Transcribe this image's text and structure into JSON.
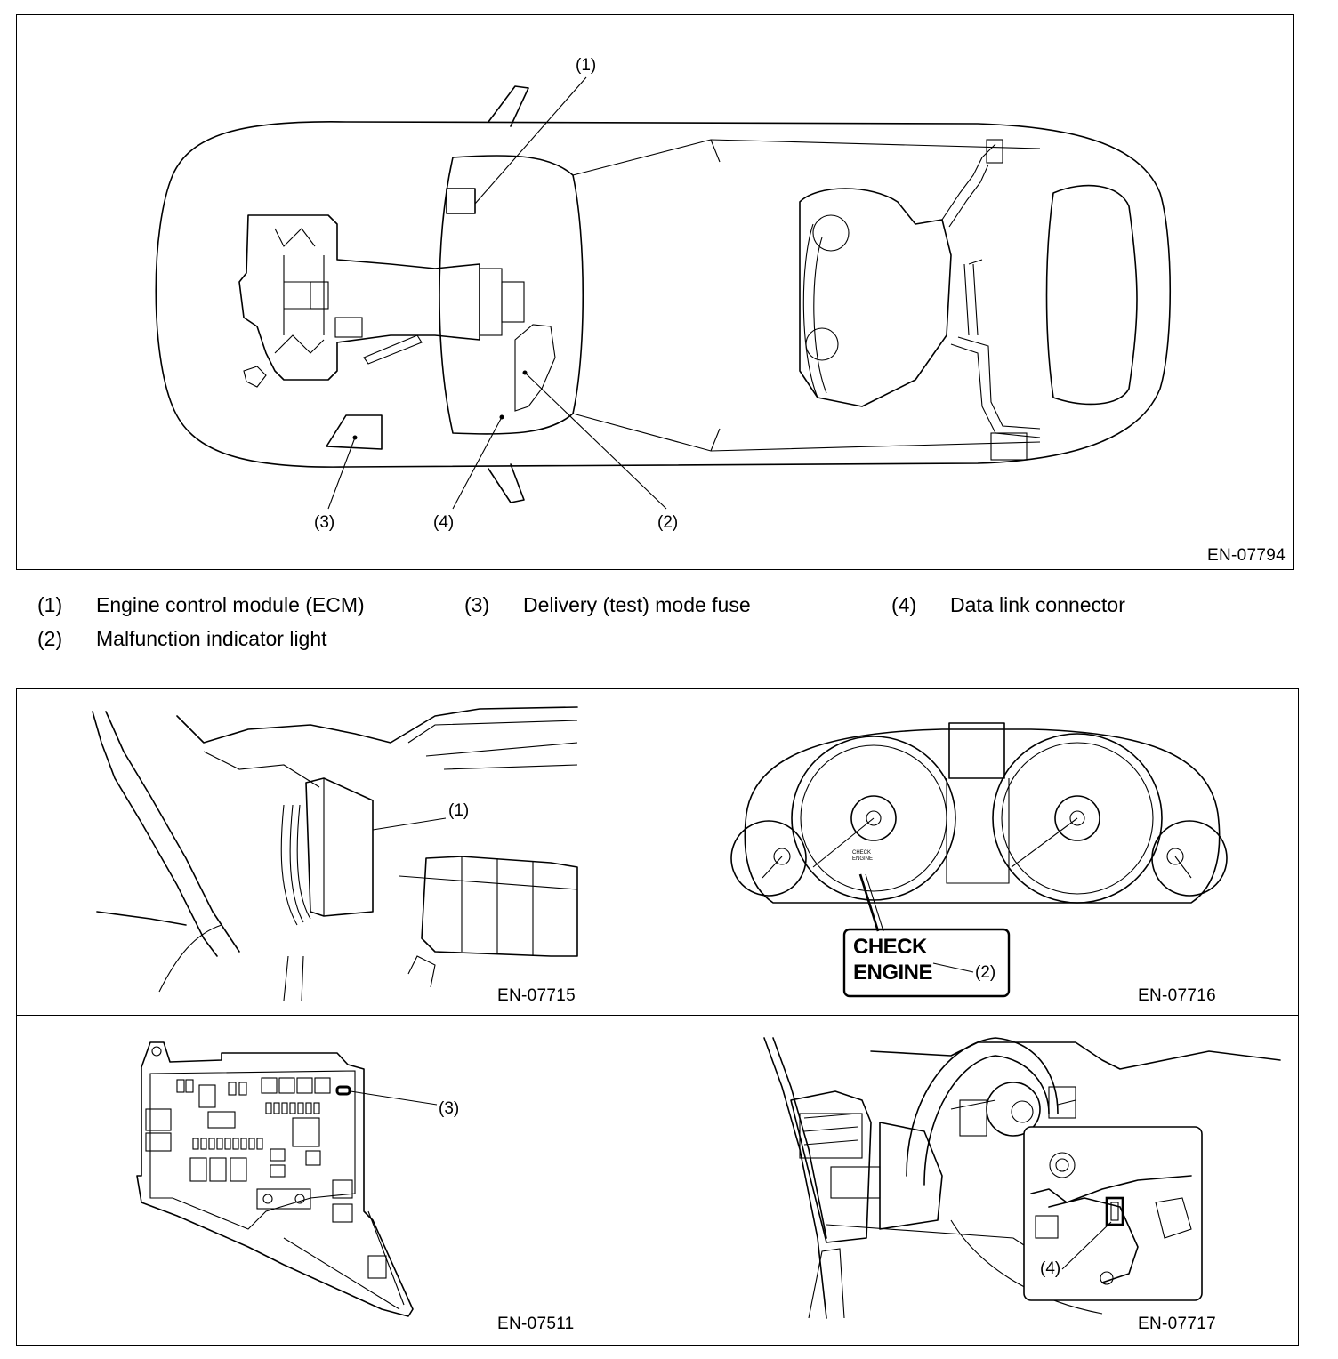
{
  "top_figure": {
    "id": "EN-07794",
    "callouts": {
      "c1": "(1)",
      "c2": "(2)",
      "c3": "(3)",
      "c4": "(4)"
    }
  },
  "legend": {
    "items": [
      {
        "num": "(1)",
        "text": "Engine control module (ECM)"
      },
      {
        "num": "(3)",
        "text": "Delivery (test) mode fuse"
      },
      {
        "num": "(4)",
        "text": "Data link connector"
      },
      {
        "num": "(2)",
        "text": "Malfunction indicator light"
      }
    ]
  },
  "panels": {
    "ecm": {
      "id": "EN-07715",
      "callout": "(1)"
    },
    "cluster": {
      "id": "EN-07716",
      "callout": "(2)",
      "label_line1": "CHECK",
      "label_line2": "ENGINE",
      "tiny_line1": "CHECK",
      "tiny_line2": "ENGINE"
    },
    "fusebox": {
      "id": "EN-07511",
      "callout": "(3)"
    },
    "dlc": {
      "id": "EN-07717",
      "callout": "(4)"
    }
  }
}
